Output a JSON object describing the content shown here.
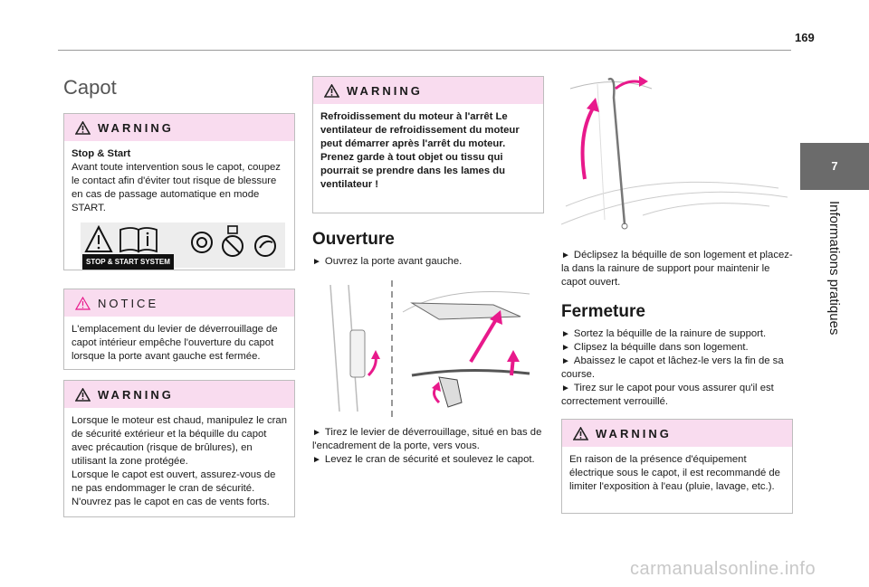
{
  "page_number": "169",
  "side_tab": {
    "chapter": "7",
    "label": "Informations pratiques"
  },
  "col1": {
    "title": "Capot",
    "warning1": {
      "label": "WARNING",
      "heading": "Stop & Start",
      "text": "Avant toute intervention sous le capot, coupez le contact afin d'éviter tout risque de blessure en cas de passage automatique en mode START.",
      "badge": "STOP & START SYSTEM"
    },
    "notice": {
      "label": "NOTICE",
      "text": "L'emplacement du levier de déverrouillage de capot intérieur empêche l'ouverture du capot lorsque la porte avant gauche est fermée."
    },
    "warning2": {
      "label": "WARNING",
      "text1": "Lorsque le moteur est chaud, manipulez le cran de sécurité extérieur et la béquille du capot avec précaution (risque de brûlures), en utilisant la zone protégée.",
      "text2": "Lorsque le capot est ouvert, assurez-vous de ne pas endommager le cran de sécurité.",
      "text3": "N'ouvrez pas le capot en cas de vents forts."
    }
  },
  "col2": {
    "warning": {
      "label": "WARNING",
      "text": "Refroidissement du moteur à l'arrêt Le ventilateur de refroidissement du moteur peut démarrer après l'arrêt du moteur. Prenez garde à tout objet ou tissu qui pourrait se prendre dans les lames du ventilateur !"
    },
    "title": "Ouverture",
    "step1": "Ouvrez la porte avant gauche.",
    "step2": "Tirez le levier de déverrouillage, situé en bas de l'encadrement de la porte, vers vous.",
    "step3": "Levez le cran de sécurité et soulevez le capot."
  },
  "col3": {
    "step1": "Déclipsez la béquille de son logement et placez-la dans la rainure de support pour maintenir le capot ouvert.",
    "title": "Fermeture",
    "step2": "Sortez la béquille de la rainure de support.",
    "step3": "Clipsez la béquille dans son logement.",
    "step4": "Abaissez le capot et lâchez-le vers la fin de sa course.",
    "step5": "Tirez sur le capot pour vous assurer qu'il est correctement verrouillé.",
    "warning": {
      "label": "WARNING",
      "text": "En raison de la présence d'équipement électrique sous le capot, il est recommandé de limiter l'exposition à l'eau (pluie, lavage, etc.)."
    }
  },
  "colors": {
    "pink_header": "#f9dcef",
    "magenta_arrow": "#e8198b",
    "tab_gray": "#6b6b6b"
  },
  "watermark": "carmanualsonline.info"
}
